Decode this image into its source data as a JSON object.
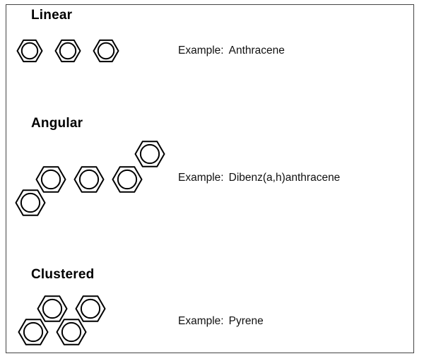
{
  "sections": [
    {
      "heading": "Linear",
      "example_prefix": "Example:",
      "example_name": "Anthracene",
      "rings": 3,
      "molecule_icon": "anthracene-structure-icon"
    },
    {
      "heading": "Angular",
      "example_prefix": "Example:",
      "example_name": "Dibenz(a,h)anthracene",
      "rings": 5,
      "molecule_icon": "dibenzanthracene-structure-icon"
    },
    {
      "heading": "Clustered",
      "example_prefix": "Example:",
      "example_name": "Pyrene",
      "rings": 4,
      "molecule_icon": "pyrene-structure-icon"
    }
  ],
  "colors": {
    "line": "#000000",
    "background": "#ffffff",
    "frame": "#444444"
  }
}
